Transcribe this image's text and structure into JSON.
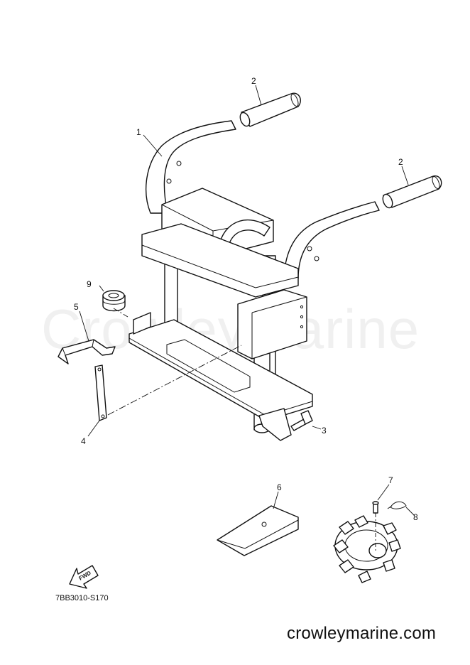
{
  "watermark": "CrowleyMarine",
  "callouts": {
    "c1": "1",
    "c2a": "2",
    "c2b": "2",
    "c3": "3",
    "c4": "4",
    "c5": "5",
    "c6": "6",
    "c7": "7",
    "c8": "8",
    "c9": "9"
  },
  "fwd_label": "FWD",
  "diagram_code": "7BB3010-S170",
  "site_url": "crowleymarine.com"
}
